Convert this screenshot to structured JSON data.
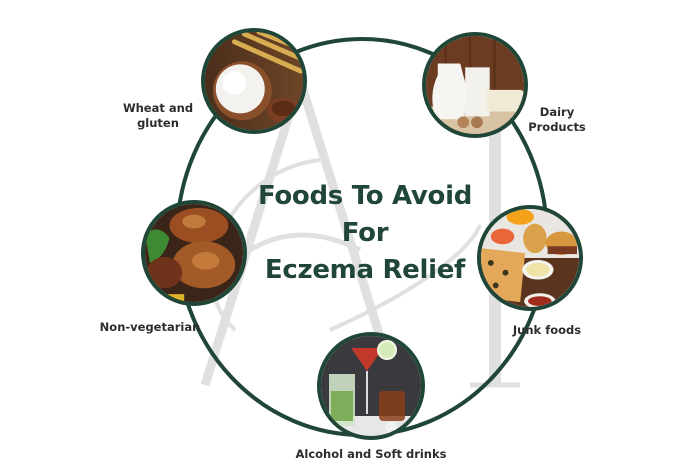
{
  "diagram": {
    "title_lines": [
      "Foods To Avoid",
      "For",
      "Eczema Relief"
    ],
    "colors": {
      "ring": "#1f4636",
      "title": "#1f4636",
      "label": "#2d2d2d",
      "watermark": "#dcdcdc",
      "background": "#ffffff"
    },
    "watermark": "AH monogram",
    "items": [
      {
        "id": "wheat",
        "label_lines": [
          "Wheat and",
          "gluten"
        ],
        "image": "wheat-flour-photo"
      },
      {
        "id": "dairy",
        "label_lines": [
          "Dairy",
          "Products"
        ],
        "image": "milk-cheese-photo"
      },
      {
        "id": "nonveg",
        "label_lines": [
          "Non-vegetarian"
        ],
        "image": "grilled-chicken-photo"
      },
      {
        "id": "junk",
        "label_lines": [
          "Junk foods"
        ],
        "image": "fast-food-photo"
      },
      {
        "id": "drinks",
        "label_lines": [
          "Alcohol and Soft drinks"
        ],
        "image": "cocktail-drinks-photo"
      }
    ]
  }
}
